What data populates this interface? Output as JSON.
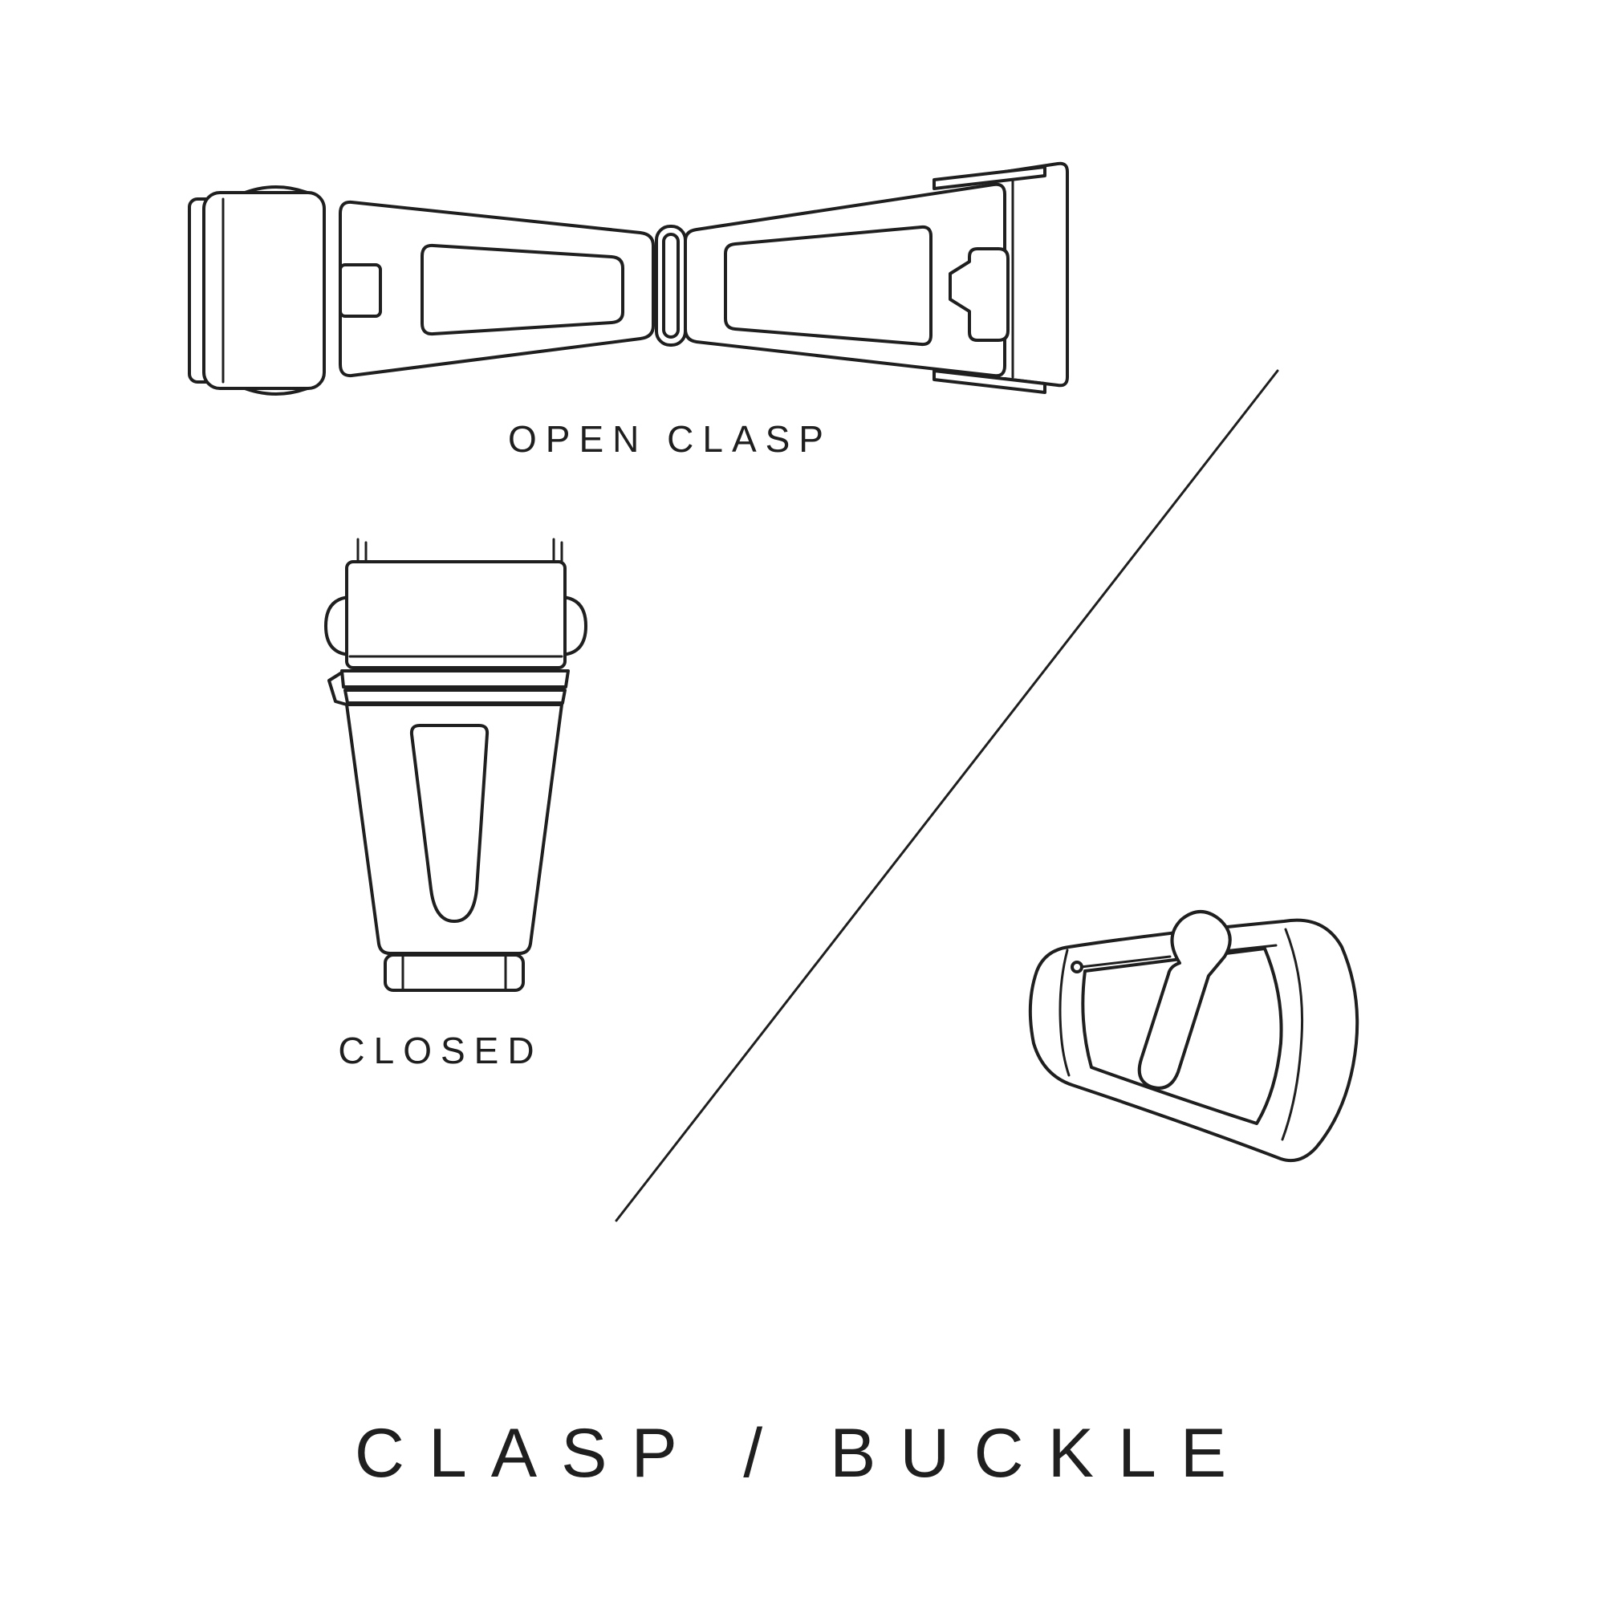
{
  "page": {
    "background": "#ffffff"
  },
  "colors": {
    "ink": "#1f1f1f"
  },
  "title": "CLASP / BUCKLE",
  "illustrations": {
    "open_clasp": {
      "icon": "open-clasp-illustration",
      "label": "OPEN CLASP"
    },
    "closed_clasp": {
      "icon": "closed-clasp-illustration",
      "label": "CLOSED"
    },
    "tang_buckle": {
      "icon": "tang-buckle-illustration",
      "label": ""
    },
    "divider": {
      "icon": "diagonal-divider-line"
    }
  }
}
